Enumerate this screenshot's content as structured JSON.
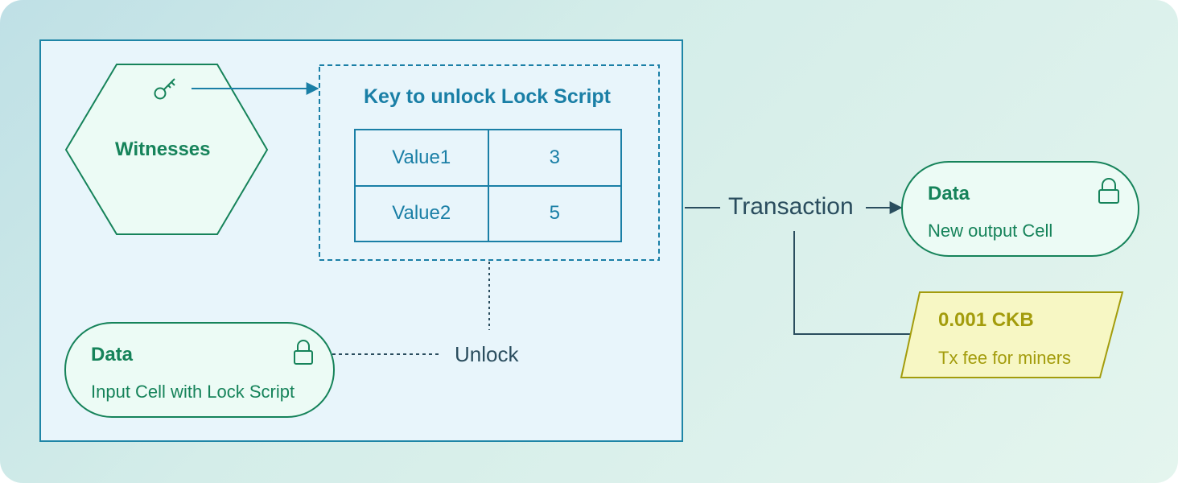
{
  "witnesses": {
    "label": "Witnesses",
    "icon": "key-icon"
  },
  "key_box": {
    "title": "Key to unlock Lock Script",
    "rows": [
      {
        "name": "Value1",
        "value": "3"
      },
      {
        "name": "Value2",
        "value": "5"
      }
    ]
  },
  "input_cell": {
    "title": "Data",
    "subtitle": "Input Cell with Lock Script",
    "icon": "lock-icon"
  },
  "unlock_label": "Unlock",
  "transaction_label": "Transaction",
  "output_cell": {
    "title": "Data",
    "subtitle": "New output Cell",
    "icon": "lock-icon"
  },
  "fee": {
    "amount": "0.001 CKB",
    "label": "Tx fee for miners"
  },
  "colors": {
    "frame": "#1e85a6",
    "green": "#16835a",
    "blue": "#1a7fa6",
    "yellow": "#a39c0c",
    "fee_fill": "#f7f7c4"
  }
}
